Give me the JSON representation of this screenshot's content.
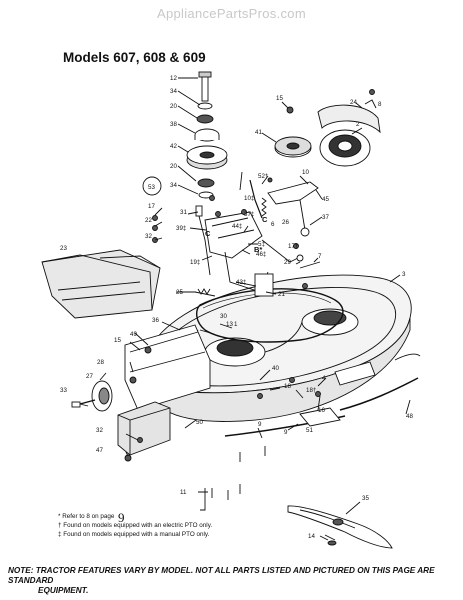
{
  "watermark": "AppliancePartsPros.com",
  "title": "Models 607, 608 & 609",
  "page_number": "9",
  "footnotes": [
    "* Refer to 8 on page",
    "† Found on models equipped with an electric PTO only.",
    "‡ Found on models equipped with a manual PTO only."
  ],
  "note": {
    "line1": "NOTE: TRACTOR FEATURES VARY BY MODEL. NOT ALL PARTS LISTED AND PICTURED ON THIS PAGE ARE STANDARD",
    "line2": "EQUIPMENT."
  },
  "callouts": [
    "C",
    "B*",
    "C"
  ],
  "labels": [
    {
      "id": "12",
      "t": "12"
    },
    {
      "id": "34a",
      "t": "34"
    },
    {
      "id": "20a",
      "t": "20"
    },
    {
      "id": "38",
      "t": "38"
    },
    {
      "id": "42",
      "t": "42"
    },
    {
      "id": "20b",
      "t": "20"
    },
    {
      "id": "34b",
      "t": "34"
    },
    {
      "id": "53",
      "t": "53"
    },
    {
      "id": "15a",
      "t": "15"
    },
    {
      "id": "24",
      "t": "24"
    },
    {
      "id": "8",
      "t": "8"
    },
    {
      "id": "2",
      "t": "2"
    },
    {
      "id": "41",
      "t": "41"
    },
    {
      "id": "52",
      "t": "52†"
    },
    {
      "id": "10a",
      "t": "10"
    },
    {
      "id": "10b",
      "t": "10‡"
    },
    {
      "id": "45",
      "t": "45"
    },
    {
      "id": "37a",
      "t": "37"
    },
    {
      "id": "37b",
      "t": "37‡"
    },
    {
      "id": "39",
      "t": "39‡"
    },
    {
      "id": "31",
      "t": "31"
    },
    {
      "id": "44",
      "t": "44‡"
    },
    {
      "id": "26",
      "t": "26"
    },
    {
      "id": "6",
      "t": "6"
    },
    {
      "id": "17a",
      "t": "17"
    },
    {
      "id": "22",
      "t": "22"
    },
    {
      "id": "32a",
      "t": "32"
    },
    {
      "id": "23",
      "t": "23"
    },
    {
      "id": "17b",
      "t": "17†"
    },
    {
      "id": "5",
      "t": "5‡"
    },
    {
      "id": "46",
      "t": "46‡"
    },
    {
      "id": "19",
      "t": "19‡"
    },
    {
      "id": "29",
      "t": "29"
    },
    {
      "id": "7",
      "t": "7"
    },
    {
      "id": "3",
      "t": "3"
    },
    {
      "id": "43",
      "t": "43‡"
    },
    {
      "id": "25",
      "t": "25"
    },
    {
      "id": "21",
      "t": "21"
    },
    {
      "id": "36",
      "t": "36"
    },
    {
      "id": "30",
      "t": "30"
    },
    {
      "id": "13",
      "t": "13"
    },
    {
      "id": "49",
      "t": "49"
    },
    {
      "id": "15b",
      "t": "15"
    },
    {
      "id": "1",
      "t": "1"
    },
    {
      "id": "28",
      "t": "28"
    },
    {
      "id": "40",
      "t": "40"
    },
    {
      "id": "27",
      "t": "27"
    },
    {
      "id": "33",
      "t": "33"
    },
    {
      "id": "4",
      "t": "4"
    },
    {
      "id": "18a",
      "t": "18"
    },
    {
      "id": "18b",
      "t": "18†"
    },
    {
      "id": "16",
      "t": "16"
    },
    {
      "id": "9a",
      "t": "9"
    },
    {
      "id": "9b",
      "t": "9"
    },
    {
      "id": "51",
      "t": "51"
    },
    {
      "id": "48",
      "t": "48"
    },
    {
      "id": "32b",
      "t": "32"
    },
    {
      "id": "47",
      "t": "47"
    },
    {
      "id": "50",
      "t": "50"
    },
    {
      "id": "11",
      "t": "11"
    },
    {
      "id": "35",
      "t": "35"
    },
    {
      "id": "14",
      "t": "14"
    }
  ]
}
